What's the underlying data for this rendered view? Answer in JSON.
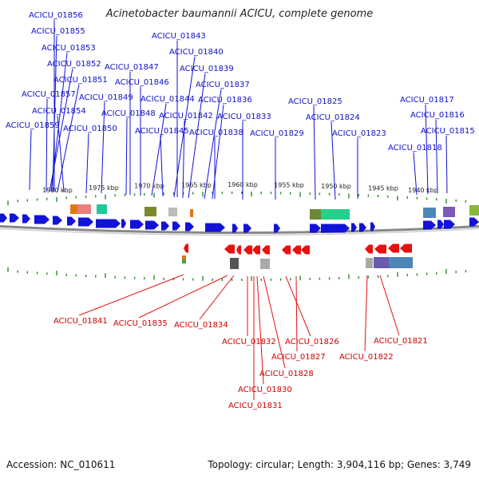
{
  "title": "Acinetobacter baumannii ACICU, complete genome",
  "footer": {
    "accession": "Accession: NC_010611",
    "stats": "Topology: circular; Length: 3,904,116 bp; Genes: 3,749"
  },
  "colors": {
    "forward_gene": "#1212d8",
    "reverse_gene": "#e81010",
    "backbone": "#888888",
    "tick": "#2e8b2e"
  },
  "kbp_ticks": [
    "1980 kbp",
    "1975 kbp",
    "1970 kbp",
    "1965 kbp",
    "1960 kbp",
    "1955 kbp",
    "1950 kbp",
    "1945 kbp",
    "1940 kbp"
  ],
  "top_labels": [
    "ACICU_01856",
    "ACICU_01855",
    "ACICU_01853",
    "ACICU_01852",
    "ACICU_01851",
    "ACICU_01857",
    "ACICU_01854",
    "ACICU_01859",
    "ACICU_01850",
    "ACICU_01849",
    "ACICU_01847",
    "ACICU_01846",
    "ACICU_01848",
    "ACICU_01843",
    "ACICU_01840",
    "ACICU_01839",
    "ACICU_01837",
    "ACICU_01844",
    "ACICU_01836",
    "ACICU_01842",
    "ACICU_01833",
    "ACICU_01845",
    "ACICU_01838",
    "ACICU_01829",
    "ACICU_01825",
    "ACICU_01824",
    "ACICU_01823",
    "ACICU_01817",
    "ACICU_01816",
    "ACICU_01815",
    "ACICU_01818"
  ],
  "bottom_labels": [
    "ACICU_01841",
    "ACICU_01835",
    "ACICU_01834",
    "ACICU_01832",
    "ACICU_01826",
    "ACICU_01827",
    "ACICU_01822",
    "ACICU_01821",
    "ACICU_01828",
    "ACICU_01830",
    "ACICU_01831"
  ]
}
